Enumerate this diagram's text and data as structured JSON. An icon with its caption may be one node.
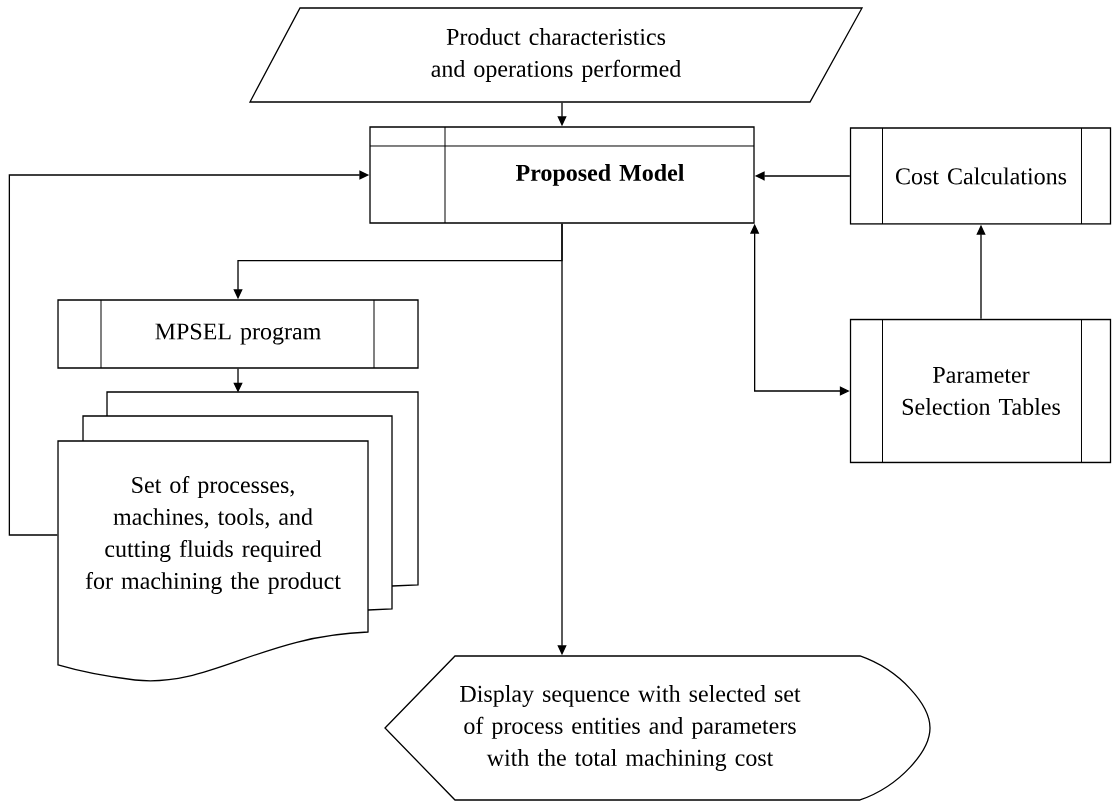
{
  "diagram": {
    "nodes": [
      {
        "text": [
          "Product characteristics and operations performed"
        ]
      },
      {
        "text": [
          "Proposed Model"
        ]
      },
      {
        "text": [
          "Cost Calculations"
        ]
      },
      {
        "text": [
          "MPSEL program"
        ]
      },
      {
        "text": [
          "Set of processes, machines, tools, and cutting fluids required for machining the product"
        ]
      },
      {
        "text": [
          "Parameter Selection Tables"
        ]
      },
      {
        "text": [
          "Display sequence with selected set of process entities and parameters with the total machining cost"
        ]
      }
    ],
    "edges": [
      {
        "from": 0,
        "to": 1,
        "arrow": "to"
      },
      {
        "from": 2,
        "to": 1,
        "arrow": "to"
      },
      {
        "from": 4,
        "to": 1,
        "arrow": "to"
      },
      {
        "from": 1,
        "to": 3,
        "arrow": "to"
      },
      {
        "from": 1,
        "to": 6,
        "arrow": "to"
      },
      {
        "from": 3,
        "to": 4,
        "arrow": "to"
      },
      {
        "from": 1,
        "to": 5,
        "arrow": "both"
      },
      {
        "from": 5,
        "to": 2,
        "arrow": "to"
      }
    ]
  }
}
